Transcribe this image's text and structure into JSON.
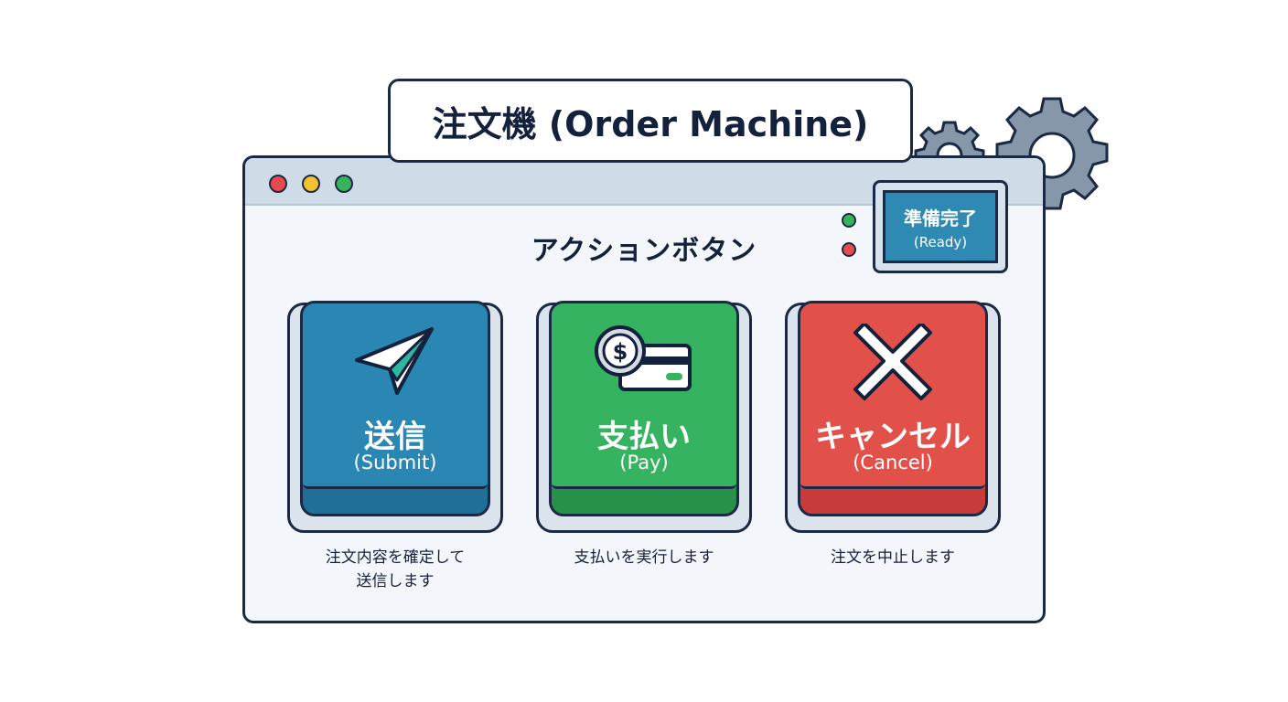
{
  "title": "注文機 (Order Machine)",
  "section_title": "アクションボタン",
  "status": {
    "line1": "準備完了",
    "line2": "(Ready)"
  },
  "buttons": [
    {
      "label": "送信",
      "sublabel": "(Submit)",
      "description": "注文内容を確定して送信します",
      "icon": "paper-plane-icon",
      "color": "#2a86b3"
    },
    {
      "label": "支払い",
      "sublabel": "(Pay)",
      "description": "支払いを実行します",
      "icon": "coin-card-icon",
      "color": "#36b360"
    },
    {
      "label": "キャンセル",
      "sublabel": "(Cancel)",
      "description": "注文を中止します",
      "icon": "x-icon",
      "color": "#e2504a"
    }
  ],
  "window_controls": [
    "close",
    "minimize",
    "maximize"
  ]
}
